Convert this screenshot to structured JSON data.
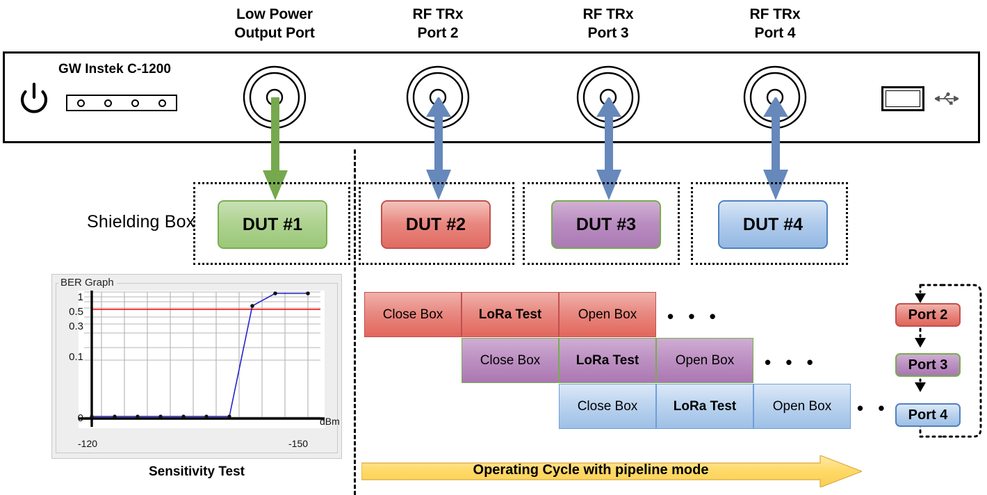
{
  "instrument": {
    "brand_label": "GW Instek C-1200",
    "power_icon": "power-icon",
    "led_count": 4,
    "usb_icon": "usb-icon"
  },
  "port_headers": [
    {
      "line1": "Low Power",
      "line2": "Output Port"
    },
    {
      "line1": "RF TRx",
      "line2": "Port 2"
    },
    {
      "line1": "RF TRx",
      "line2": "Port 3"
    },
    {
      "line1": "RF TRx",
      "line2": "Port 4"
    }
  ],
  "shielding": {
    "label": "Shielding Box",
    "duts": [
      {
        "label": "DUT #1",
        "color": "#9ac878",
        "border": "#79ad52"
      },
      {
        "label": "DUT #2",
        "color": "#e06b62",
        "border": "#c0504d"
      },
      {
        "label": "DUT #3",
        "color": "#ab7ab4",
        "border": "#76ad4e"
      },
      {
        "label": "DUT #4",
        "color": "#94b9e3",
        "border": "#4f81bd"
      }
    ]
  },
  "ber": {
    "title": "BER Graph",
    "caption": "Sensitivity Test"
  },
  "chart_data": {
    "type": "line",
    "title": "BER Graph",
    "xlabel": "dBm",
    "ylabel": "",
    "x_tick_labels": [
      "-120",
      "-150"
    ],
    "y_tick_labels": [
      "1",
      "0.5",
      "0.3",
      "0.1",
      "0"
    ],
    "y_tick_values": [
      1,
      0.5,
      0.3,
      0.1,
      0
    ],
    "xlim": [
      -120,
      -152
    ],
    "ylim": [
      0,
      1
    ],
    "grid": true,
    "threshold_line": {
      "value": 0.5,
      "color": "#ff0000"
    },
    "series": [
      {
        "name": "BER",
        "color": "#2222cc",
        "x": [
          -120,
          -123,
          -126,
          -129,
          -132,
          -135,
          -138,
          -141,
          -144,
          -147
        ],
        "y": [
          0,
          0,
          0,
          0,
          0,
          0,
          0,
          0.65,
          1,
          1
        ]
      }
    ]
  },
  "pipeline": {
    "rows": [
      {
        "id": "row-port2",
        "steps": [
          "Close Box",
          "LoRa Test",
          "Open Box"
        ],
        "bold_index": 1,
        "ellipsis": "• • •"
      },
      {
        "id": "row-port3",
        "steps": [
          "Close Box",
          "LoRa Test",
          "Open Box"
        ],
        "bold_index": 1,
        "ellipsis": "• • •"
      },
      {
        "id": "row-port4",
        "steps": [
          "Close Box",
          "LoRa Test",
          "Open Box"
        ],
        "bold_index": 1,
        "ellipsis": "• • •"
      }
    ],
    "banner_label": "Operating Cycle with pipeline mode",
    "banner_color": "#ffd966"
  },
  "port_cycle": {
    "chips": [
      {
        "label": "Port 2",
        "color": "#e0655b"
      },
      {
        "label": "Port 3",
        "color": "#aa76b1"
      },
      {
        "label": "Port 4",
        "color": "#9dbfe5"
      }
    ],
    "leading_ellipsis": "• •"
  },
  "colors": {
    "green_arrow": "#76a94e",
    "blue_arrow": "#6688bb",
    "red_threshold": "#ff0000",
    "ber_line": "#2222cc"
  }
}
